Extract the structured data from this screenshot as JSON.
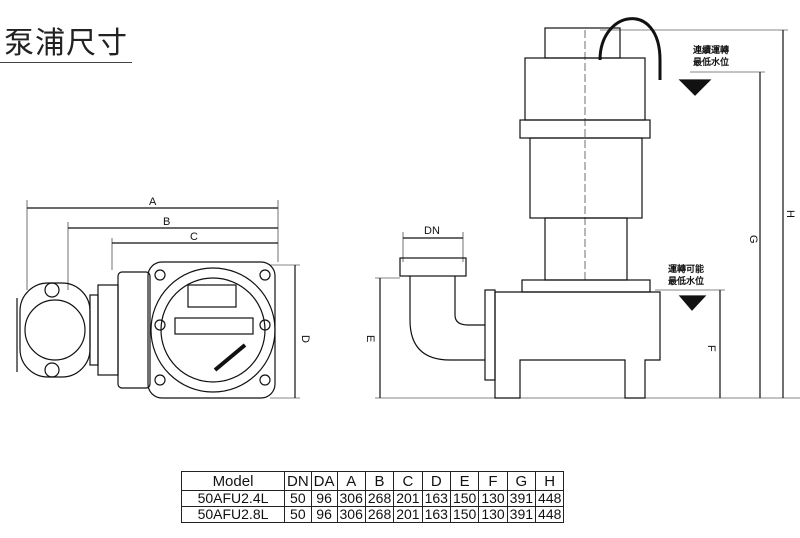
{
  "title": "泵浦尺寸",
  "labels": {
    "continuous_min_level": [
      "連續運轉",
      "最低水位"
    ],
    "operable_min_level": [
      "運轉可能",
      "最低水位"
    ]
  },
  "dims": {
    "A": "A",
    "B": "B",
    "C": "C",
    "D": "D",
    "DA": "DA",
    "DN": "DN",
    "E": "E",
    "F": "F",
    "G": "G",
    "H": "H"
  },
  "table": {
    "headers": [
      "Model",
      "DN",
      "DA",
      "A",
      "B",
      "C",
      "D",
      "E",
      "F",
      "G",
      "H"
    ],
    "rows": [
      [
        "50AFU2.4L",
        "50",
        "96",
        "306",
        "268",
        "201",
        "163",
        "150",
        "130",
        "391",
        "448"
      ],
      [
        "50AFU2.8L",
        "50",
        "96",
        "306",
        "268",
        "201",
        "163",
        "150",
        "130",
        "391",
        "448"
      ]
    ]
  }
}
